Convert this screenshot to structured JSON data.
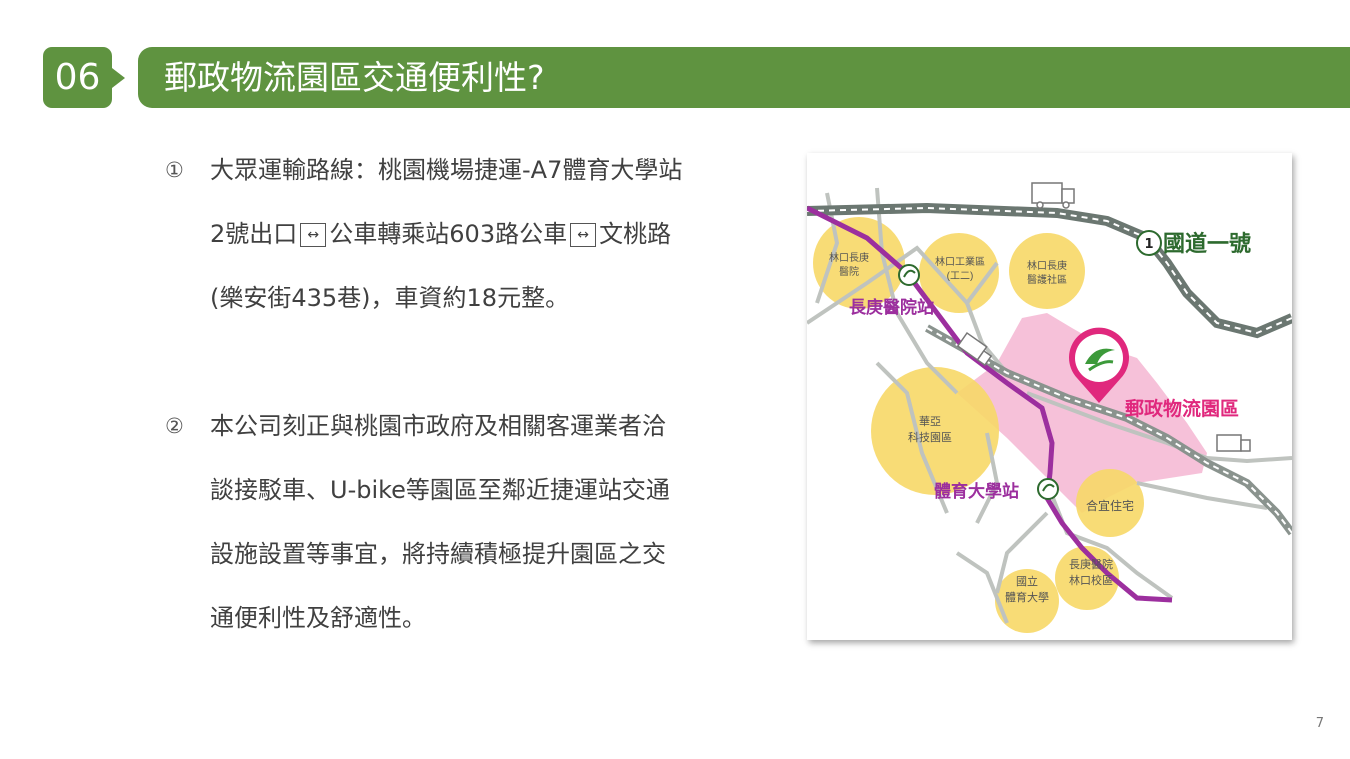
{
  "header": {
    "number": "06",
    "title": "郵政物流園區交通便利性?"
  },
  "items": [
    {
      "marker": "①",
      "lines": [
        [
          "大眾運輸路線：桃園機場捷運-A7體育大學站"
        ],
        [
          "2號出口",
          "↔",
          "公車轉乘站603路公車",
          "↔",
          "文桃路"
        ],
        [
          "(樂安街435巷)，車資約18元整。"
        ]
      ]
    },
    {
      "marker": "②",
      "lines": [
        [
          "本公司刻正與桃園市政府及相關客運業者洽"
        ],
        [
          "談接駁車、U-bike等園區至鄰近捷運站交通"
        ],
        [
          "設施設置等事宜，將持續積極提升園區之交"
        ],
        [
          "通便利性及舒適性。"
        ]
      ]
    }
  ],
  "map": {
    "labels": {
      "highway": "國道一號",
      "highway_shield": "1",
      "station1": "長庚醫院站",
      "station2": "體育大學站",
      "park": "郵政物流園區",
      "c1a": "林口長庚",
      "c1b": "醫院",
      "c2a": "林口工業區",
      "c2b": "(工二)",
      "c3a": "林口長庚",
      "c3b": "醫護社區",
      "c4a": "華亞",
      "c4b": "科技園區",
      "c5": "合宜住宅",
      "c6a": "長庚醫院",
      "c6b": "林口校區",
      "c7a": "國立",
      "c7b": "體育大學"
    },
    "colors": {
      "circle": "#f7d867",
      "park_area": "#f4b6d2",
      "metro": "#9c2f9e",
      "road": "#bfc3bf",
      "highway": "#6b7771",
      "accent_pink": "#e0287d",
      "label_green": "#2d6a2e"
    }
  },
  "page_number": "7",
  "colors": {
    "accent": "#5f9340"
  }
}
